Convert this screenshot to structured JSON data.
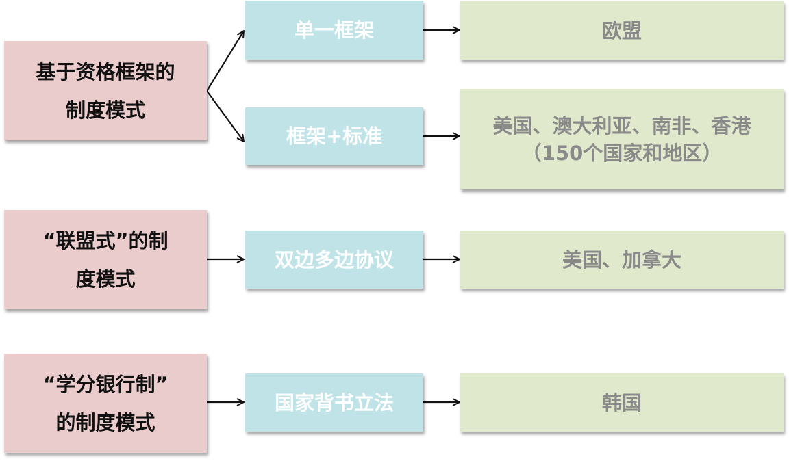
{
  "colors": {
    "pink_box": "#ebcccc",
    "blue_box": "#bfe3e6",
    "green_box": "#e1e9cc",
    "arrow": "#111111"
  },
  "rows": [
    {
      "mode": [
        "基于资格框架的",
        "制度模式"
      ],
      "branches": [
        {
          "approach": "单一框架",
          "examples": [
            "欧盟"
          ]
        },
        {
          "approach": "框架+标准",
          "examples": [
            "美国、澳大利亚、南非、香港",
            "（150个国家和地区）"
          ]
        }
      ]
    },
    {
      "mode": [
        "“联盟式”的制",
        "度模式"
      ],
      "branches": [
        {
          "approach": "双边多边协议",
          "examples": [
            "美国、加拿大"
          ]
        }
      ]
    },
    {
      "mode": [
        "“学分银行制”",
        "的制度模式"
      ],
      "branches": [
        {
          "approach": "国家背书立法",
          "examples": [
            "韩国"
          ]
        }
      ]
    }
  ]
}
